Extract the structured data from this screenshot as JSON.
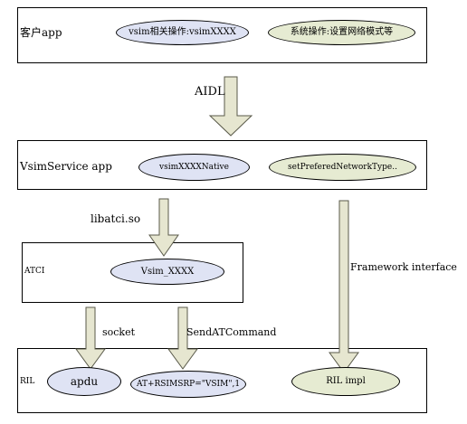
{
  "colors": {
    "stroke": "#000000",
    "arrow_fill": "#e6e6d0",
    "arrow_stroke": "#5a5a4a",
    "oval_blue": "#dfe3f4",
    "oval_green": "#e6ebd2"
  },
  "layers": {
    "client": {
      "label": "客户app",
      "ovals": {
        "vsim_ops": "vsim相关操作:vsimXXXX",
        "system_ops": "系统操作:设置网络模式等"
      }
    },
    "vsim_service": {
      "label": "VsimService app",
      "ovals": {
        "native": "vsimXXXXNative",
        "set_network": "setPreferedNetworkType.."
      }
    },
    "atci": {
      "label": "ATCI",
      "ovals": {
        "vsim_xxxx": "Vsim_XXXX"
      }
    },
    "ril": {
      "label": "RIL",
      "ovals": {
        "apdu": "apdu",
        "at_cmd": "AT+RSIMSRP=\"VSIM\",1",
        "ril_impl": "RIL impl"
      }
    }
  },
  "arrows": {
    "aidl": "AIDL",
    "libatci": "libatci.so",
    "framework": "Framework interface",
    "socket": "socket",
    "send_at": "SendATCommand"
  }
}
